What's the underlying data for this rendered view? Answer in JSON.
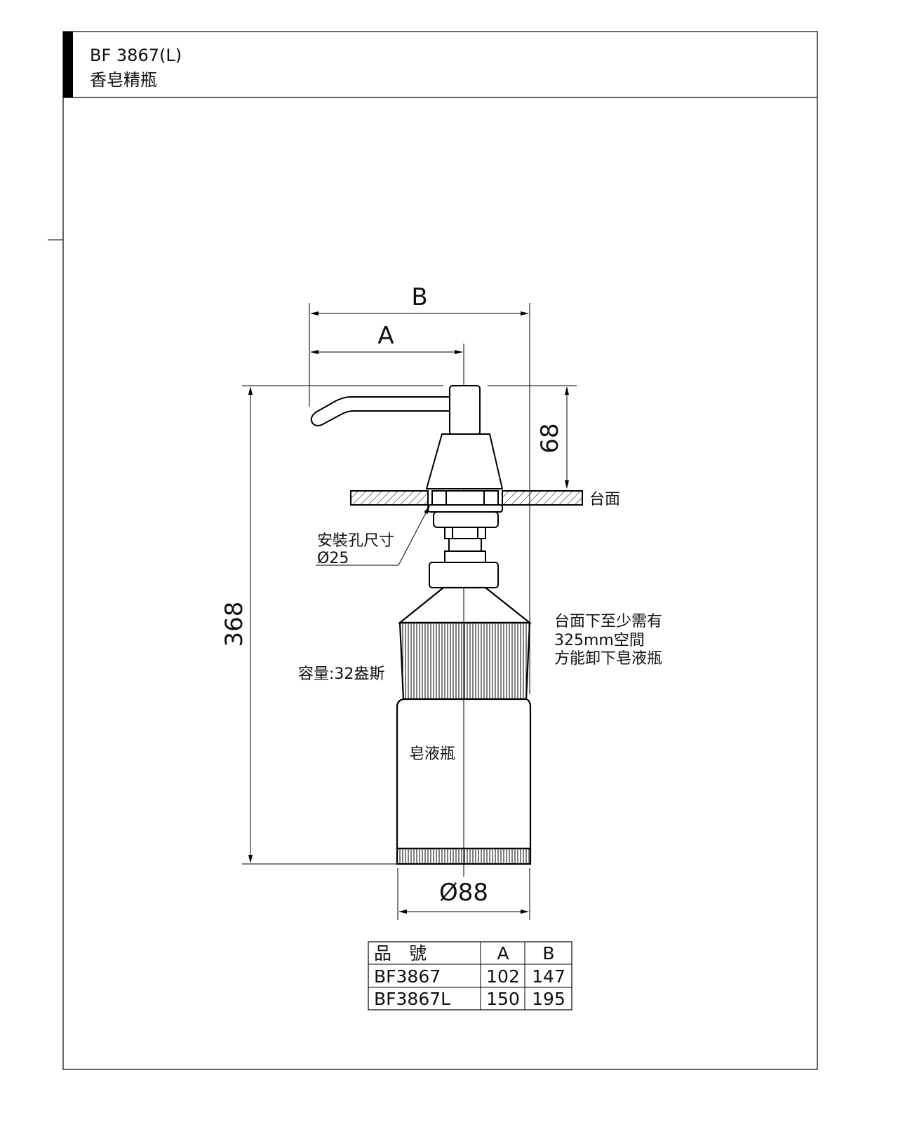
{
  "header": {
    "model": "BF 3867(L)",
    "product_name": "香皂精瓶"
  },
  "dimensions": {
    "a_label": "A",
    "b_label": "B",
    "height": "368",
    "pump_height": "68",
    "diameter": "Ø88"
  },
  "annotations": {
    "counter_label": "台面",
    "hole_size_label": "安裝孔尺寸",
    "hole_size_value": "Ø25",
    "capacity": "容量:32盎斯",
    "bottle_label": "皂液瓶",
    "clearance_note": [
      "台面下至少需有",
      "325mm空間",
      "方能卸下皂液瓶"
    ]
  },
  "table": {
    "headers": [
      "品　號",
      "A",
      "B"
    ],
    "rows": [
      [
        "BF3867",
        "102",
        "147"
      ],
      [
        "BF3867L",
        "150",
        "195"
      ]
    ]
  }
}
